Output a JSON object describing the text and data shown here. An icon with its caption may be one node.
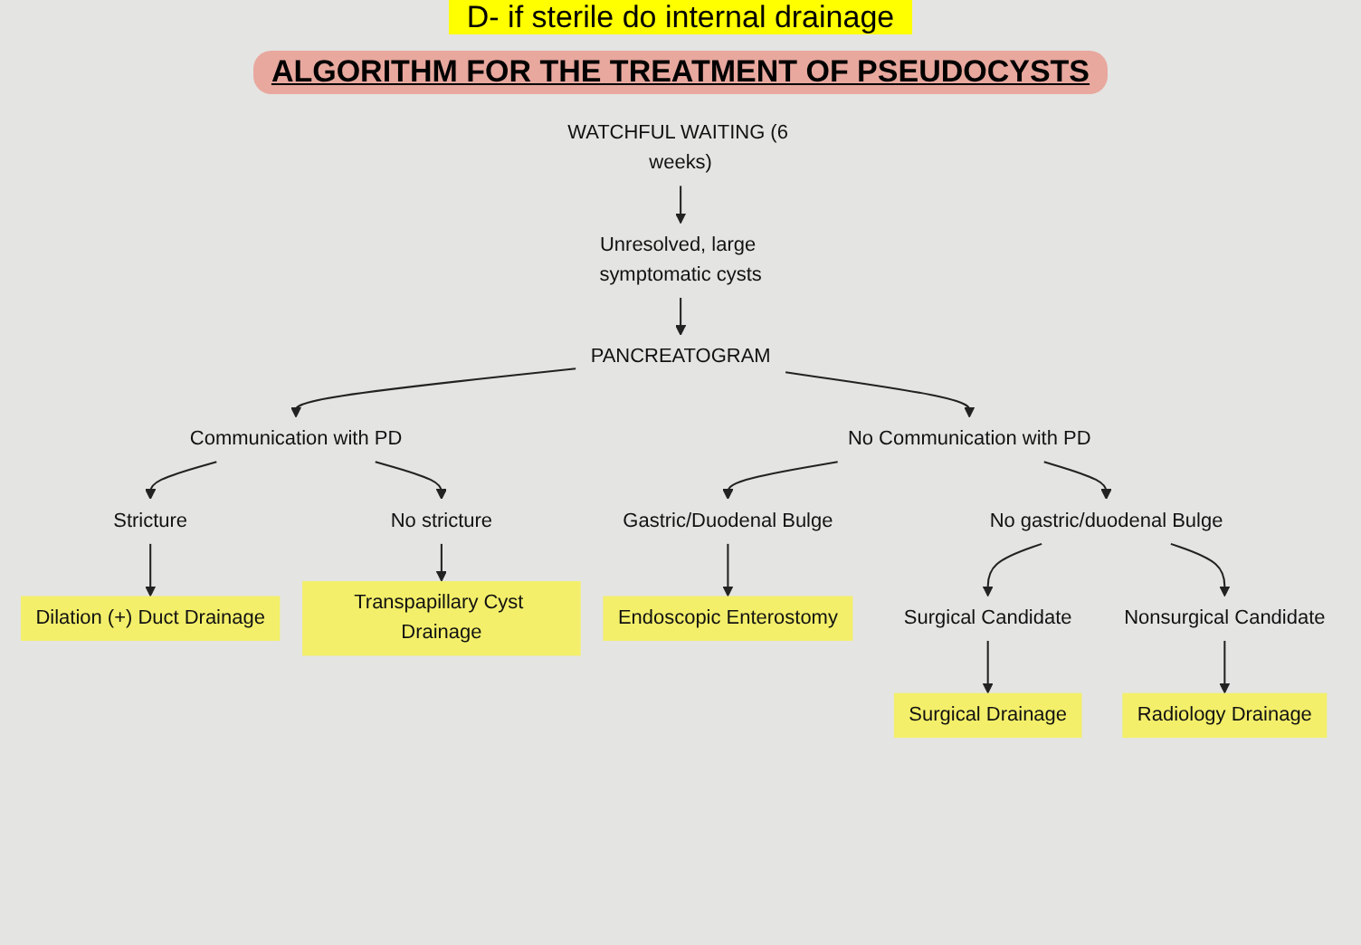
{
  "diagram": {
    "title": "ALGORITHM FOR THE TREATMENT OF PSEUDOCYSTS",
    "nodes": [
      {
        "text": [
          "WATCHFUL WAITING (6 weeks)"
        ]
      },
      {
        "text": [
          "Unresolved, large symptomatic cysts"
        ]
      },
      {
        "text": [
          "PANCREATOGRAM"
        ]
      },
      {
        "text": [
          "Communication with PD"
        ]
      },
      {
        "text": [
          "No Communication with PD"
        ]
      },
      {
        "text": [
          "Stricture"
        ]
      },
      {
        "text": [
          "No stricture"
        ]
      },
      {
        "text": [
          "Gastric/Duodenal Bulge"
        ]
      },
      {
        "text": [
          "No gastric/duodenal Bulge"
        ]
      },
      {
        "text": [
          "Dilation (+) Duct Drainage"
        ]
      },
      {
        "text": [
          "Transpapillary Cyst Drainage"
        ]
      },
      {
        "text": [
          "Endoscopic Enterostomy"
        ]
      },
      {
        "text": [
          "Surgical Candidate"
        ]
      },
      {
        "text": [
          "Nonsurgical Candidate"
        ]
      },
      {
        "text": [
          "Surgical Drainage"
        ]
      },
      {
        "text": [
          "Radiology Drainage"
        ]
      }
    ],
    "edges": [
      {
        "from": 0,
        "to": 1,
        "arrow": "to"
      },
      {
        "from": 1,
        "to": 2,
        "arrow": "to"
      },
      {
        "from": 2,
        "to": 3,
        "arrow": "to"
      },
      {
        "from": 2,
        "to": 4,
        "arrow": "to"
      },
      {
        "from": 3,
        "to": 5,
        "arrow": "to"
      },
      {
        "from": 3,
        "to": 6,
        "arrow": "to"
      },
      {
        "from": 5,
        "to": 9,
        "arrow": "to"
      },
      {
        "from": 6,
        "to": 10,
        "arrow": "to"
      },
      {
        "from": 4,
        "to": 7,
        "arrow": "to"
      },
      {
        "from": 4,
        "to": 8,
        "arrow": "to"
      },
      {
        "from": 7,
        "to": 11,
        "arrow": "to"
      },
      {
        "from": 8,
        "to": 12,
        "arrow": "to"
      },
      {
        "from": 8,
        "to": 13,
        "arrow": "to"
      },
      {
        "from": 12,
        "to": 14,
        "arrow": "to"
      },
      {
        "from": 13,
        "to": 15,
        "arrow": "to"
      }
    ],
    "labels": [
      "D- if sterile do internal drainage"
    ]
  }
}
